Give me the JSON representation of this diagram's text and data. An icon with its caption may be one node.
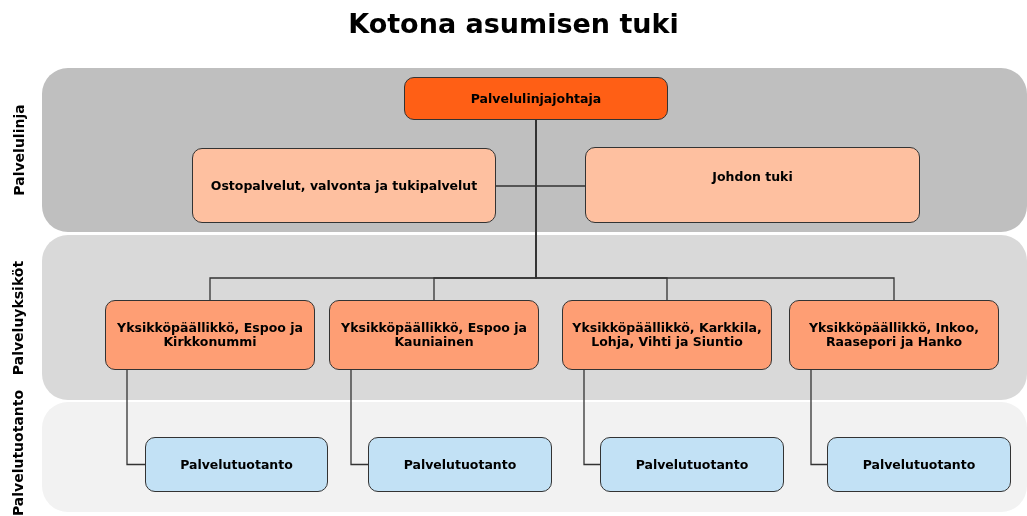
{
  "diagram": {
    "title": "Kotona asumisen tuki",
    "nodes": [
      {
        "text": [
          "Palvelulinja"
        ]
      },
      {
        "text": [
          "Palvelulinjajohtaja"
        ],
        "in": 0
      },
      {
        "text": [
          "Ostopalvelut, valvonta ja tukipalvelut"
        ],
        "in": 0
      },
      {
        "text": [
          "Johdon tuki"
        ],
        "in": 0
      },
      {
        "text": [
          "Palveluyksiköt"
        ]
      },
      {
        "text": [
          "Yksikköpäällikkö, Espoo ja Kirkkonummi"
        ],
        "in": 4
      },
      {
        "text": [
          "Yksikköpäällikkö, Espoo ja Kauniainen"
        ],
        "in": 4
      },
      {
        "text": [
          "Yksikköpäällikkö, Karkkila, Lohja, Vihti ja Siuntio"
        ],
        "in": 4
      },
      {
        "text": [
          "Yksikköpäällikkö, Inkoo, Raasepori ja Hanko"
        ],
        "in": 4
      },
      {
        "text": [
          "Palvelutuotanto"
        ]
      },
      {
        "text": [
          "Palvelutuotanto"
        ],
        "in": 9
      },
      {
        "text": [
          "Palvelutuotanto"
        ],
        "in": 9
      },
      {
        "text": [
          "Palvelutuotanto"
        ],
        "in": 9
      },
      {
        "text": [
          "Palvelutuotanto"
        ],
        "in": 9
      }
    ],
    "edges": [
      {
        "from": 1,
        "to": 2,
        "arrow": "none"
      },
      {
        "from": 1,
        "to": 3,
        "arrow": "none"
      },
      {
        "from": 1,
        "to": 5,
        "arrow": "none"
      },
      {
        "from": 1,
        "to": 6,
        "arrow": "none"
      },
      {
        "from": 1,
        "to": 7,
        "arrow": "none"
      },
      {
        "from": 1,
        "to": 8,
        "arrow": "none"
      },
      {
        "from": 5,
        "to": 10,
        "arrow": "none"
      },
      {
        "from": 6,
        "to": 11,
        "arrow": "none"
      },
      {
        "from": 7,
        "to": 12,
        "arrow": "none"
      },
      {
        "from": 8,
        "to": 13,
        "arrow": "none"
      }
    ]
  }
}
